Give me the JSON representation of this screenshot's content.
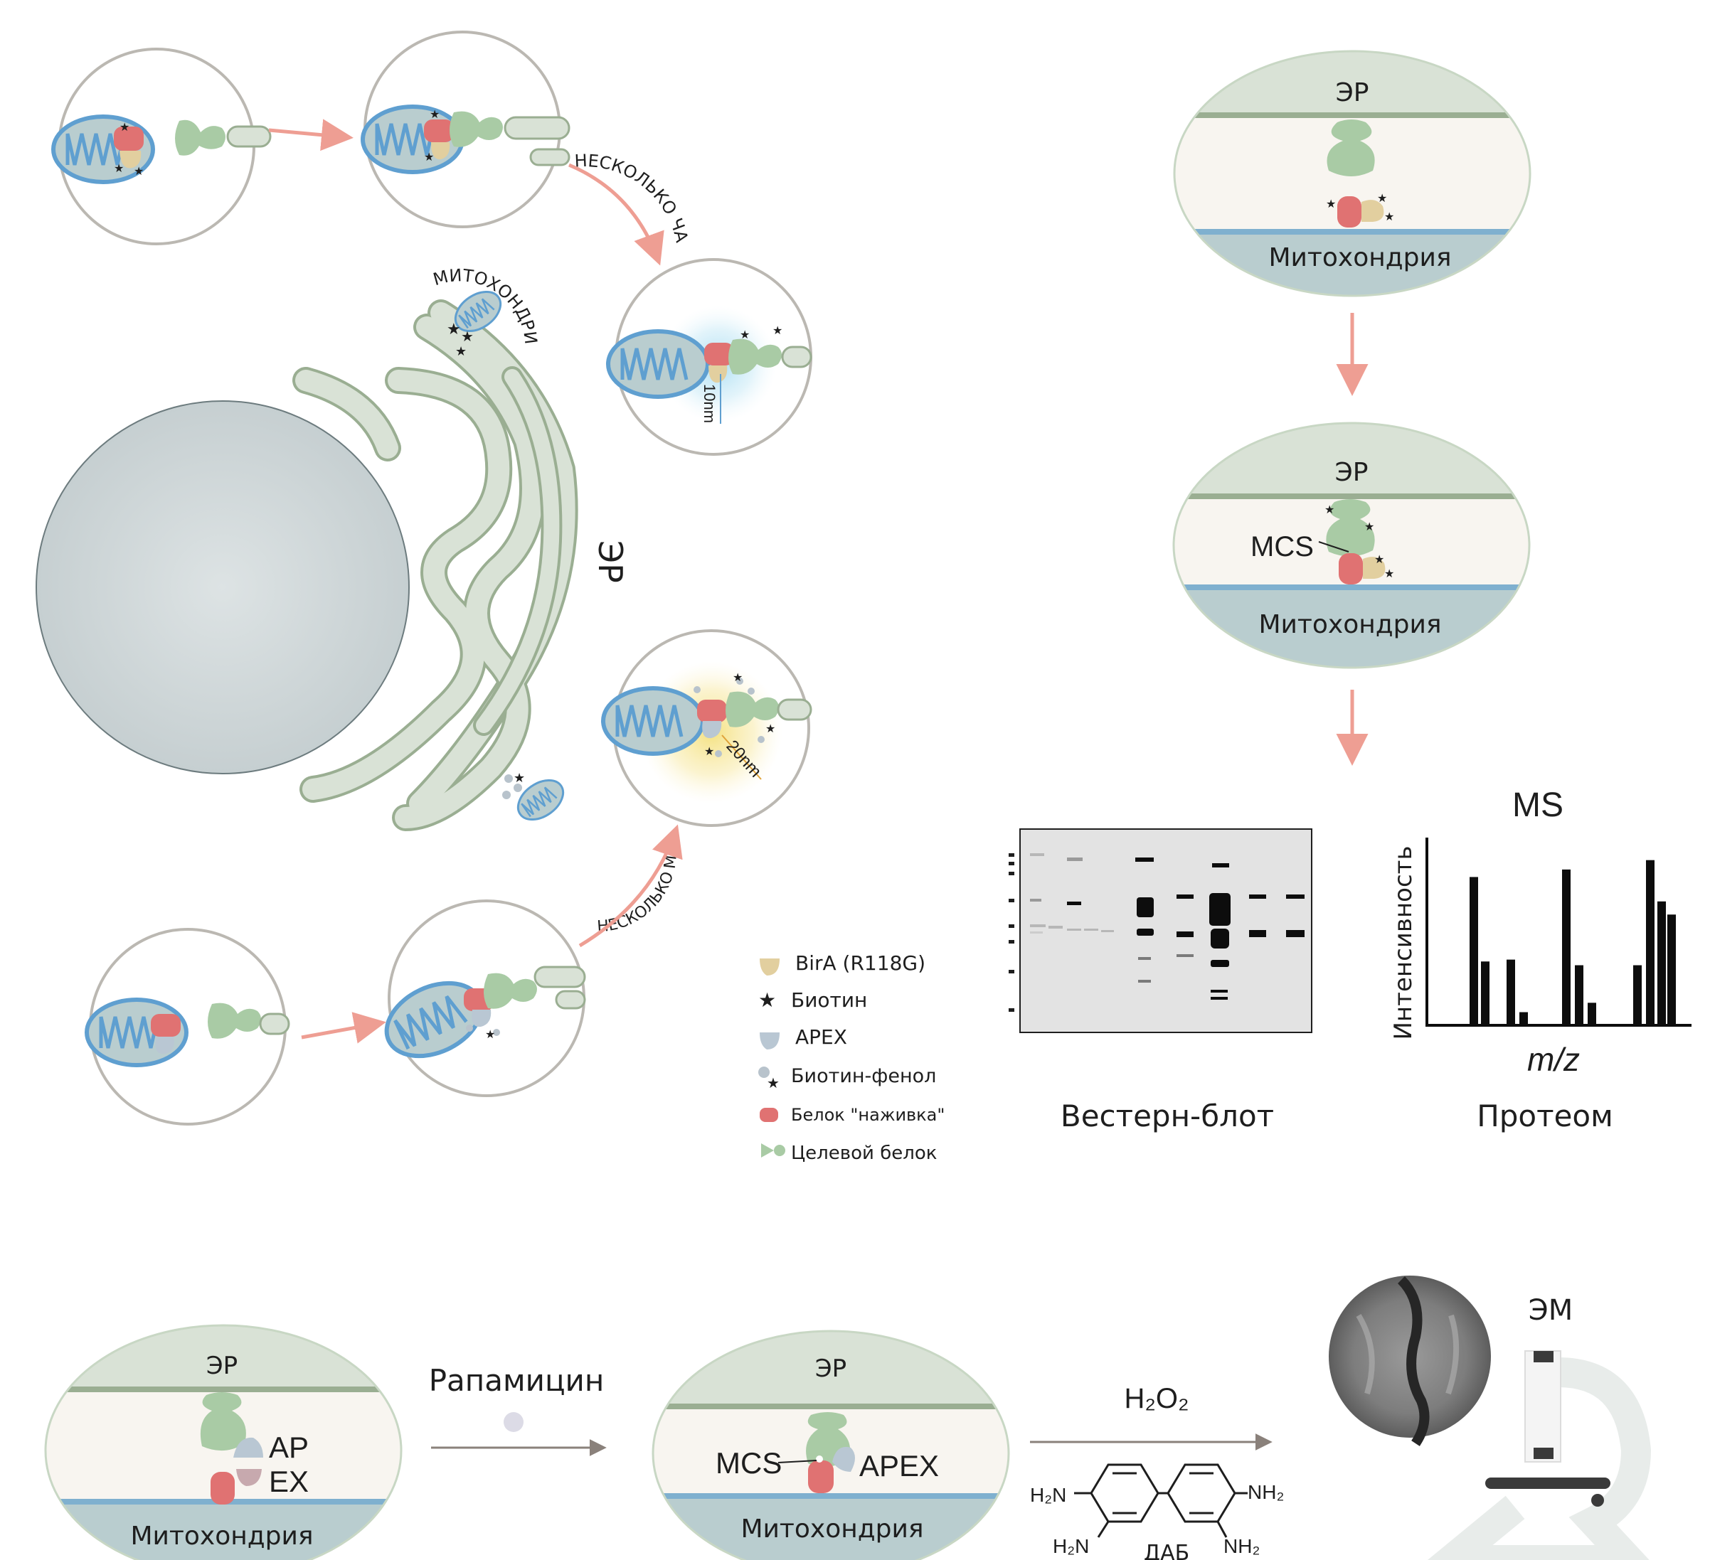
{
  "colors": {
    "er_fill": "#d9e2d6",
    "er_stroke": "#9aae92",
    "cytosol": "#f8f5f0",
    "mito_fill": "#b9cdcf",
    "mito_membrane": "#7fb0cf",
    "mito_blue": "#5f9fd0",
    "bait": "#e07272",
    "birA": "#e2cf9f",
    "target": "#a9cba5",
    "apex": "#b9c7d3",
    "arrow_pink": "#ee9e93",
    "arrow_gray": "#8a817b",
    "circle_stroke": "#bbb8b2",
    "nucleus": "#cbd3d5"
  },
  "cell": {
    "er_label": "ЭР",
    "mito_label": "МИТОХОНДРИЯ",
    "arc_hours": "НЕСКОЛЬКО ЧАСОВ",
    "arc_minutes": "НЕСКОЛЬКО МИНУТ",
    "radius_bioid": "10nm",
    "radius_apex": "20nm"
  },
  "legend": {
    "items": [
      {
        "icon": "bira-icon",
        "label": "BirA (R118G)"
      },
      {
        "icon": "biotin-icon",
        "label": "Биотин"
      },
      {
        "icon": "apex-icon",
        "label": "APEX"
      },
      {
        "icon": "biotin-phenol-icon",
        "label": "Биотин-фенол"
      },
      {
        "icon": "bait-protein-icon",
        "label": "Белок \"наживка\""
      },
      {
        "icon": "target-protein-icon",
        "label": "Целевой белок"
      }
    ]
  },
  "workflow": {
    "oval1": {
      "er": "ЭР",
      "mito": "Митохондрия"
    },
    "oval2": {
      "er": "ЭР",
      "mcs": "MCS",
      "mito": "Митохондрия"
    },
    "western_label": "Вестерн-блот",
    "ms_title": "MS",
    "ms_ylabel": "Интенсивность",
    "ms_xlabel": "m/z",
    "proteome_label": "Протеом"
  },
  "bottom": {
    "oval_a": {
      "er": "ЭР",
      "ap": "AP",
      "ex": "EX",
      "mito": "Митохондрия"
    },
    "rapamycin": "Рапамицин",
    "oval_b": {
      "er": "ЭР",
      "mcs": "MCS",
      "apex": "APEX",
      "mito": "Митохондрия"
    },
    "h2o2": "H₂O₂",
    "h2n_left": "H₂N",
    "nh2_right": "NH₂",
    "h2n_bottom": "H₂N",
    "nh2_bottom": "NH₂",
    "dab": "ДАБ",
    "em_label": "ЭМ"
  },
  "chart_data": {
    "type": "bar",
    "title": "MS",
    "xlabel": "m/z",
    "ylabel": "Интенсивность",
    "values": [
      0.79,
      0.34,
      0.35,
      0.07,
      0.83,
      0.32,
      0.12,
      0.32,
      0.88,
      0.66,
      0.59
    ],
    "ylim": [
      0,
      1
    ],
    "grid": false
  }
}
